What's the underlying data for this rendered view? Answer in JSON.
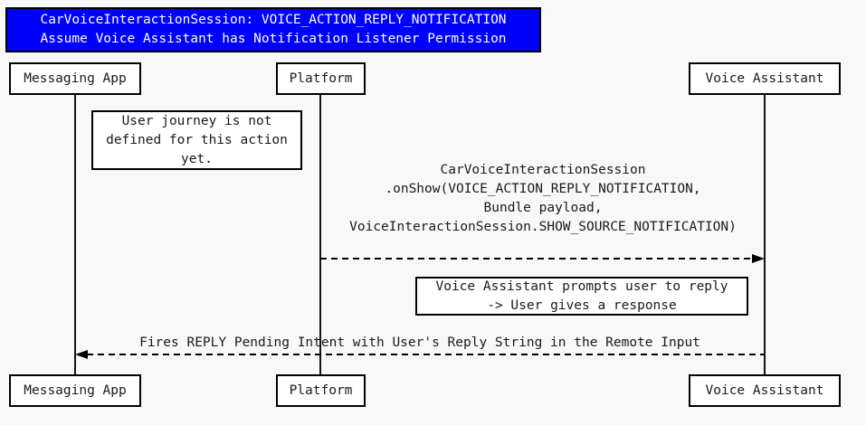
{
  "diagram": {
    "title": {
      "line1": "CarVoiceInteractionSession: VOICE_ACTION_REPLY_NOTIFICATION",
      "line2": "Assume Voice Assistant has Notification Listener Permission",
      "background_color": "#0000FF",
      "text_color": "#FFFFFF"
    },
    "canvas_background": "#F8F8F8",
    "line_color": "#000000",
    "participants": [
      {
        "id": "messaging-app",
        "label": "Messaging App"
      },
      {
        "id": "platform",
        "label": "Platform"
      },
      {
        "id": "voice-assistant",
        "label": "Voice Assistant"
      }
    ],
    "notes": [
      {
        "id": "note-user-journey",
        "attached_to": "messaging-app",
        "lines": [
          "User journey is not",
          "defined for this action",
          "yet."
        ]
      },
      {
        "id": "note-voice-prompt",
        "attached_to": "voice-assistant",
        "lines": [
          "Voice Assistant prompts user to reply",
          "-> User gives a response"
        ]
      }
    ],
    "messages": [
      {
        "id": "message-onshow",
        "from": "platform",
        "to": "voice-assistant",
        "direction": "right",
        "style": "dashed",
        "arrowhead": "open",
        "lines": [
          "CarVoiceInteractionSession",
          ".onShow(VOICE_ACTION_REPLY_NOTIFICATION,",
          "Bundle payload,",
          "VoiceInteractionSession.SHOW_SOURCE_NOTIFICATION)"
        ]
      },
      {
        "id": "message-reply-pending-intent",
        "from": "voice-assistant",
        "to": "messaging-app",
        "direction": "left",
        "style": "dashed",
        "arrowhead": "open",
        "lines": [
          "Fires REPLY Pending Intent with User's Reply String in the Remote Input"
        ]
      }
    ]
  }
}
